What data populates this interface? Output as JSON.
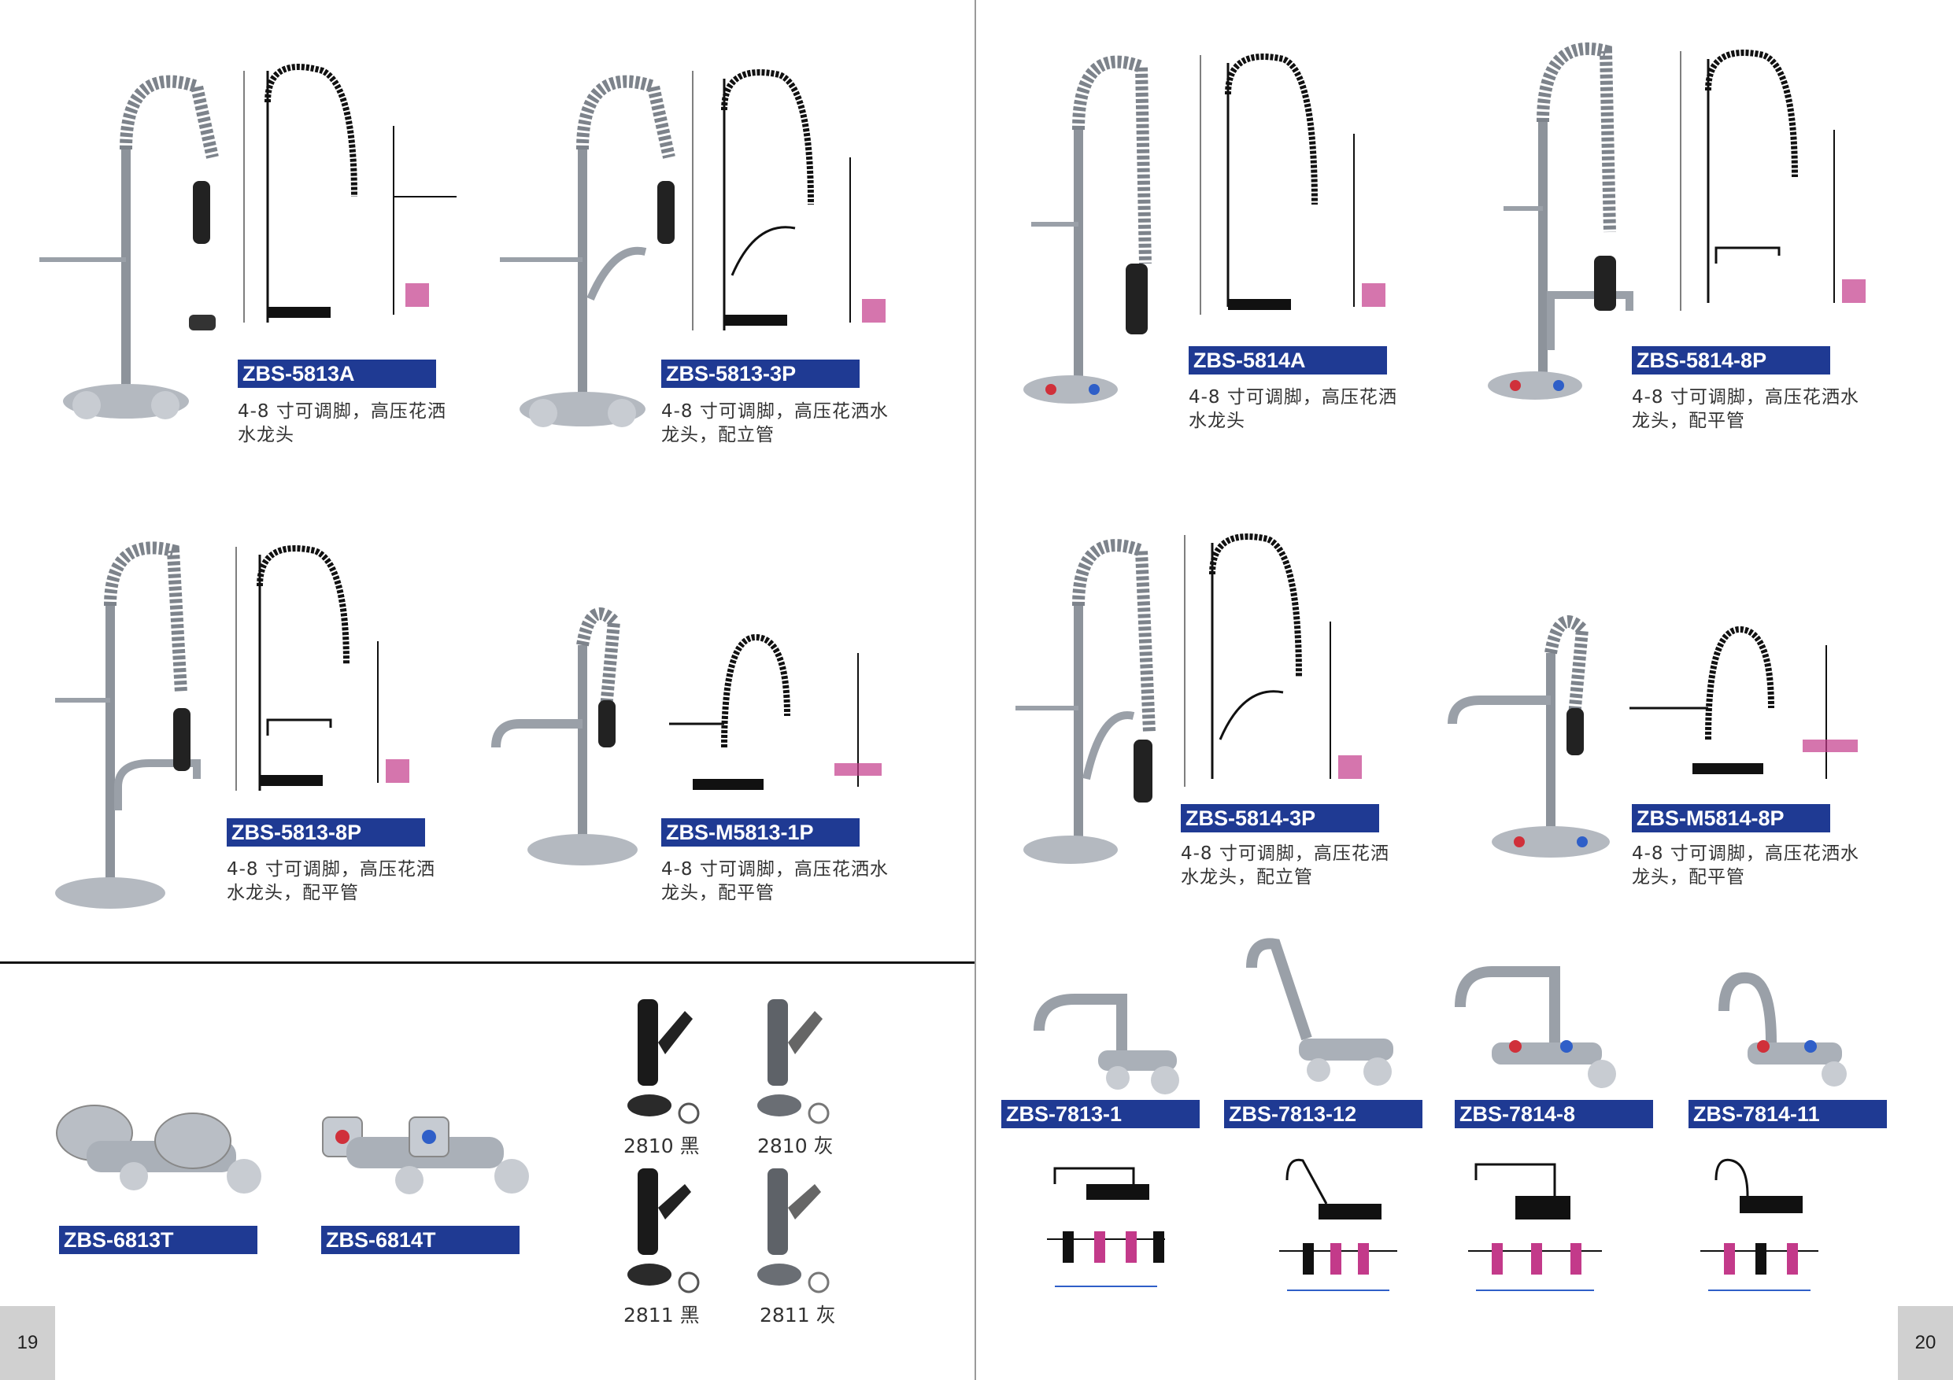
{
  "pages": {
    "left": "19",
    "right": "20"
  },
  "products": [
    {
      "model": "ZBS-5813A",
      "desc1": "4-8 寸可调脚，高压花洒",
      "desc2": "水龙头"
    },
    {
      "model": "ZBS-5813-3P",
      "desc1": "4-8 寸可调脚，高压花洒水",
      "desc2": "龙头，配立管"
    },
    {
      "model": "ZBS-5813-8P",
      "desc1": "4-8 寸可调脚，高压花洒",
      "desc2": "水龙头，配平管"
    },
    {
      "model": "ZBS-M5813-1P",
      "desc1": "4-8 寸可调脚，高压花洒水",
      "desc2": "龙头，配平管"
    },
    {
      "model": "ZBS-5814A",
      "desc1": "4-8 寸可调脚，高压花洒",
      "desc2": "水龙头"
    },
    {
      "model": "ZBS-5814-8P",
      "desc1": "4-8 寸可调脚，高压花洒水",
      "desc2": "龙头，配平管"
    },
    {
      "model": "ZBS-5814-3P",
      "desc1": "4-8 寸可调脚，高压花洒",
      "desc2": "水龙头，配立管"
    },
    {
      "model": "ZBS-M5814-8P",
      "desc1": "4-8 寸可调脚，高压花洒水",
      "desc2": "龙头，配平管"
    }
  ],
  "mixers": [
    "ZBS-6813T",
    "ZBS-6814T"
  ],
  "spray_valves": [
    "2810 黑",
    "2810 灰",
    "2811 黑",
    "2811 灰"
  ],
  "wall_faucets": [
    "ZBS-7813-1",
    "ZBS-7813-12",
    "ZBS-7814-8",
    "ZBS-7814-11"
  ],
  "colors": {
    "label_bg": "#1f3a93",
    "chrome": "#9aa0a8",
    "hot": "#d0303a",
    "cold": "#2f5fc8"
  }
}
